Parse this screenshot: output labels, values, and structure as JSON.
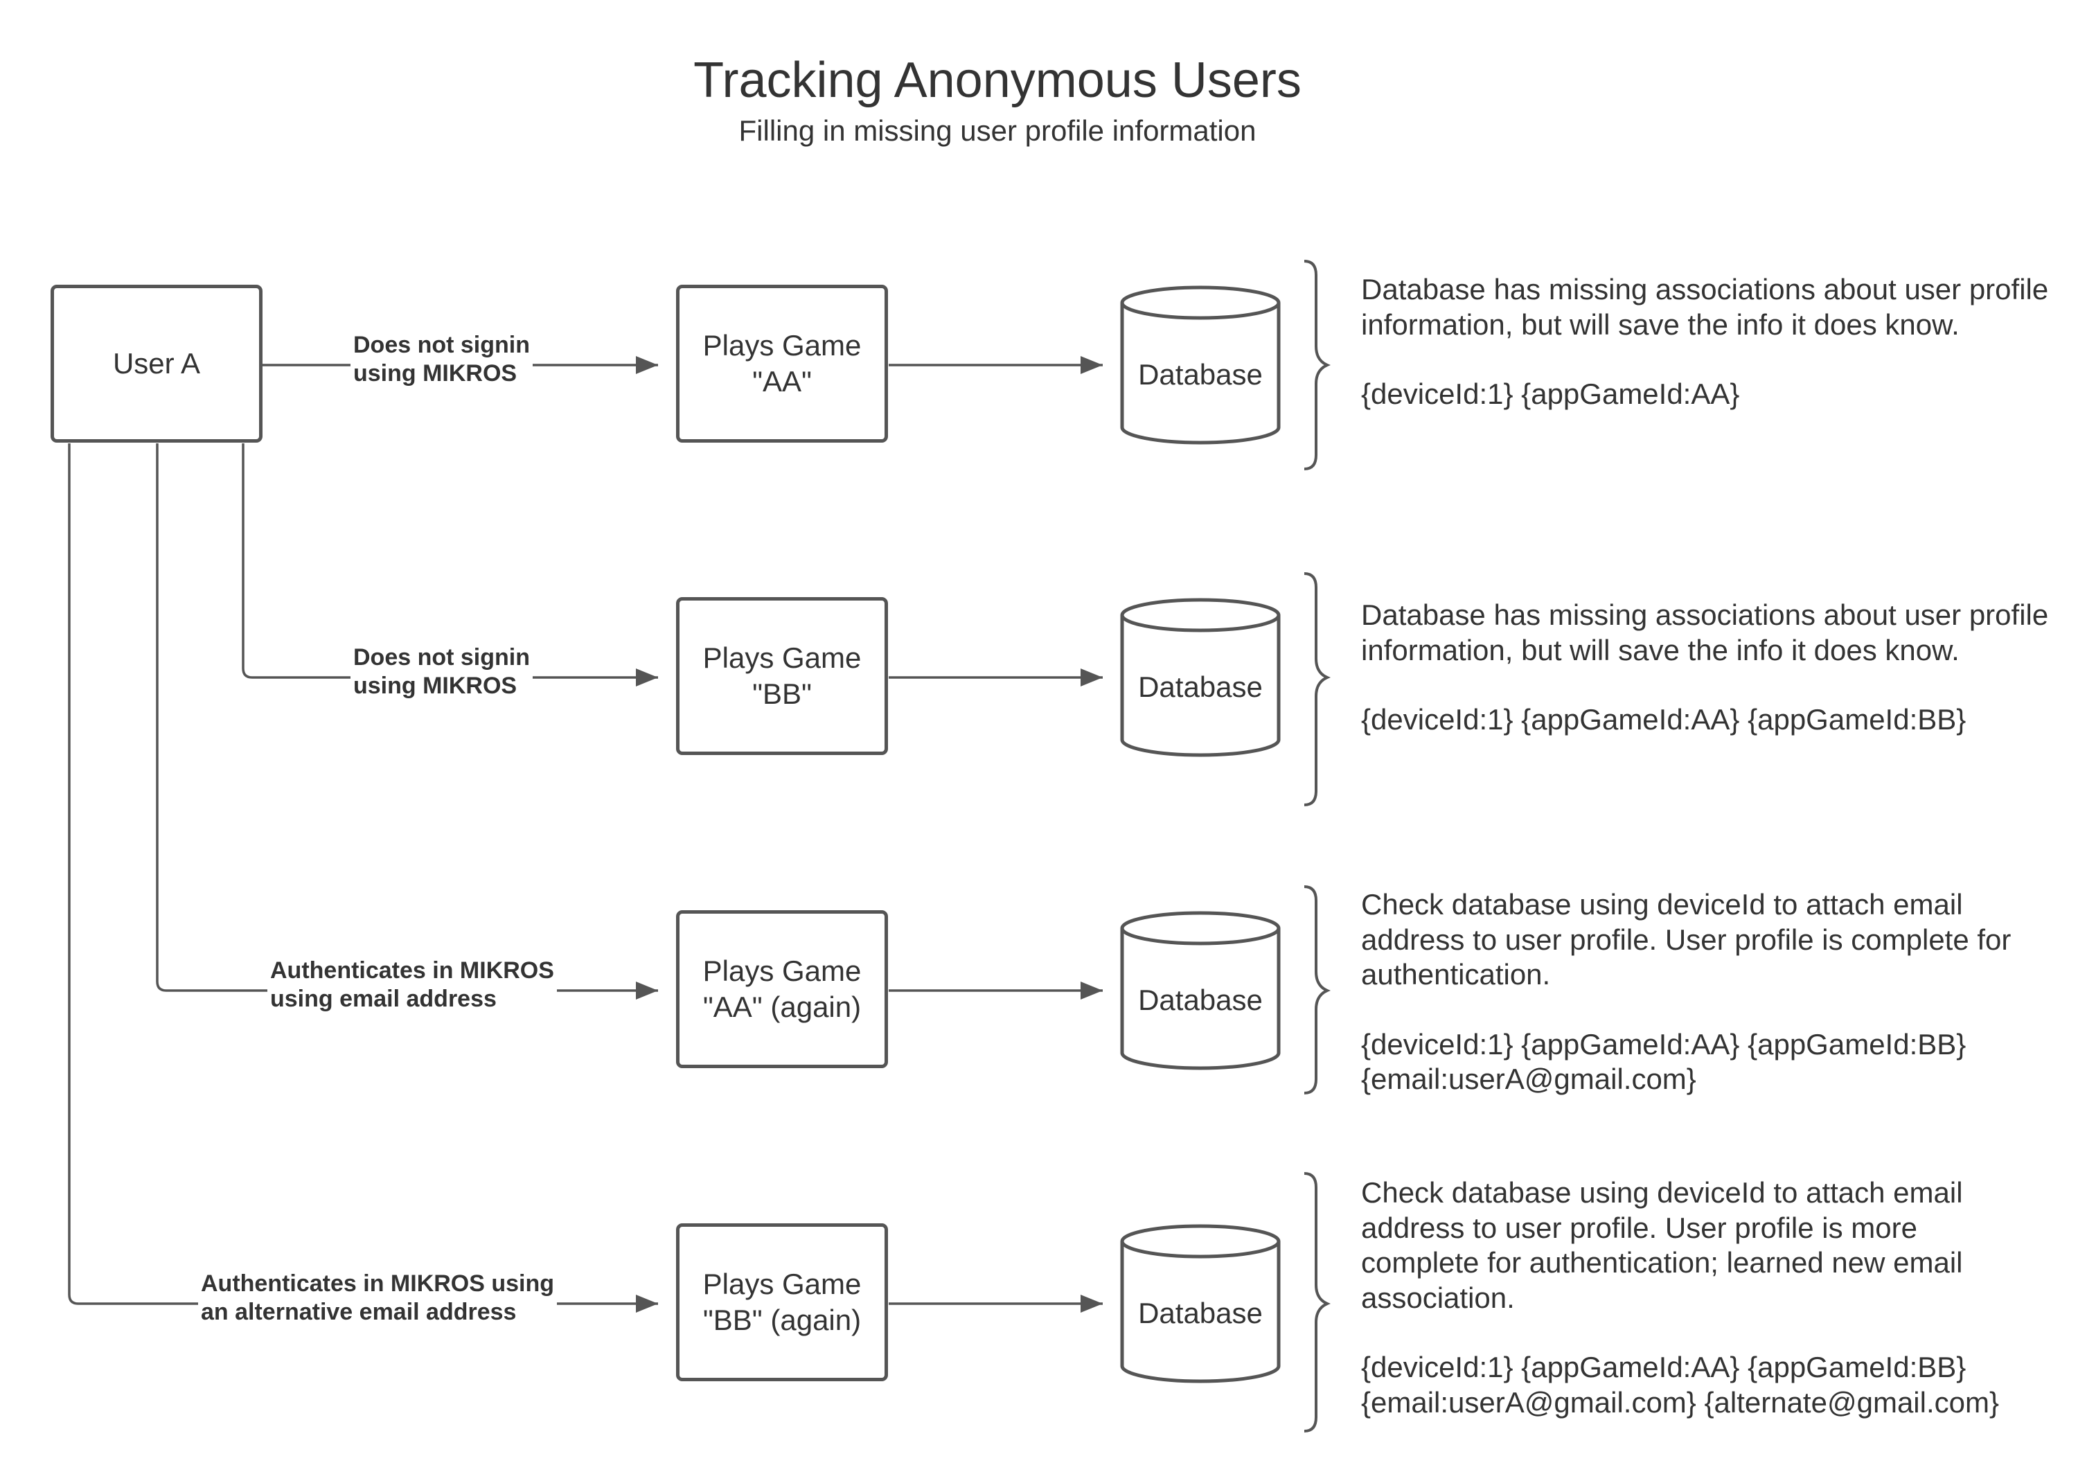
{
  "title": "Tracking Anonymous Users",
  "subtitle": "Filling in missing user profile information",
  "user": "User A",
  "rows": [
    {
      "edge_label": "Does not signin\nusing MIKROS",
      "game": "Plays Game\n\"AA\"",
      "database": "Database",
      "note": "Database has missing associations about user profile information, but will save the info it does know.",
      "data": "{deviceId:1} {appGameId:AA}"
    },
    {
      "edge_label": "Does not signin\nusing MIKROS",
      "game": "Plays Game\n\"BB\"",
      "database": "Database",
      "note": "Database has missing associations about user profile information, but will save the info it does know.",
      "data": "{deviceId:1} {appGameId:AA} {appGameId:BB}"
    },
    {
      "edge_label": "Authenticates in MIKROS\nusing email address",
      "game": "Plays Game\n\"AA\" (again)",
      "database": "Database",
      "note": "Check database using deviceId to attach email address to user profile. User profile is complete for authentication.",
      "data": "{deviceId:1} {appGameId:AA} {appGameId:BB} {email:userA@gmail.com}"
    },
    {
      "edge_label": "Authenticates in MIKROS using\nan alternative email address",
      "game": "Plays Game\n\"BB\" (again)",
      "database": "Database",
      "note": "Check database using deviceId to attach email address to user profile. User profile is more complete for authentication; learned new email association.",
      "data": "{deviceId:1} {appGameId:AA} {appGameId:BB} {email:userA@gmail.com} {alternate@gmail.com}"
    }
  ]
}
